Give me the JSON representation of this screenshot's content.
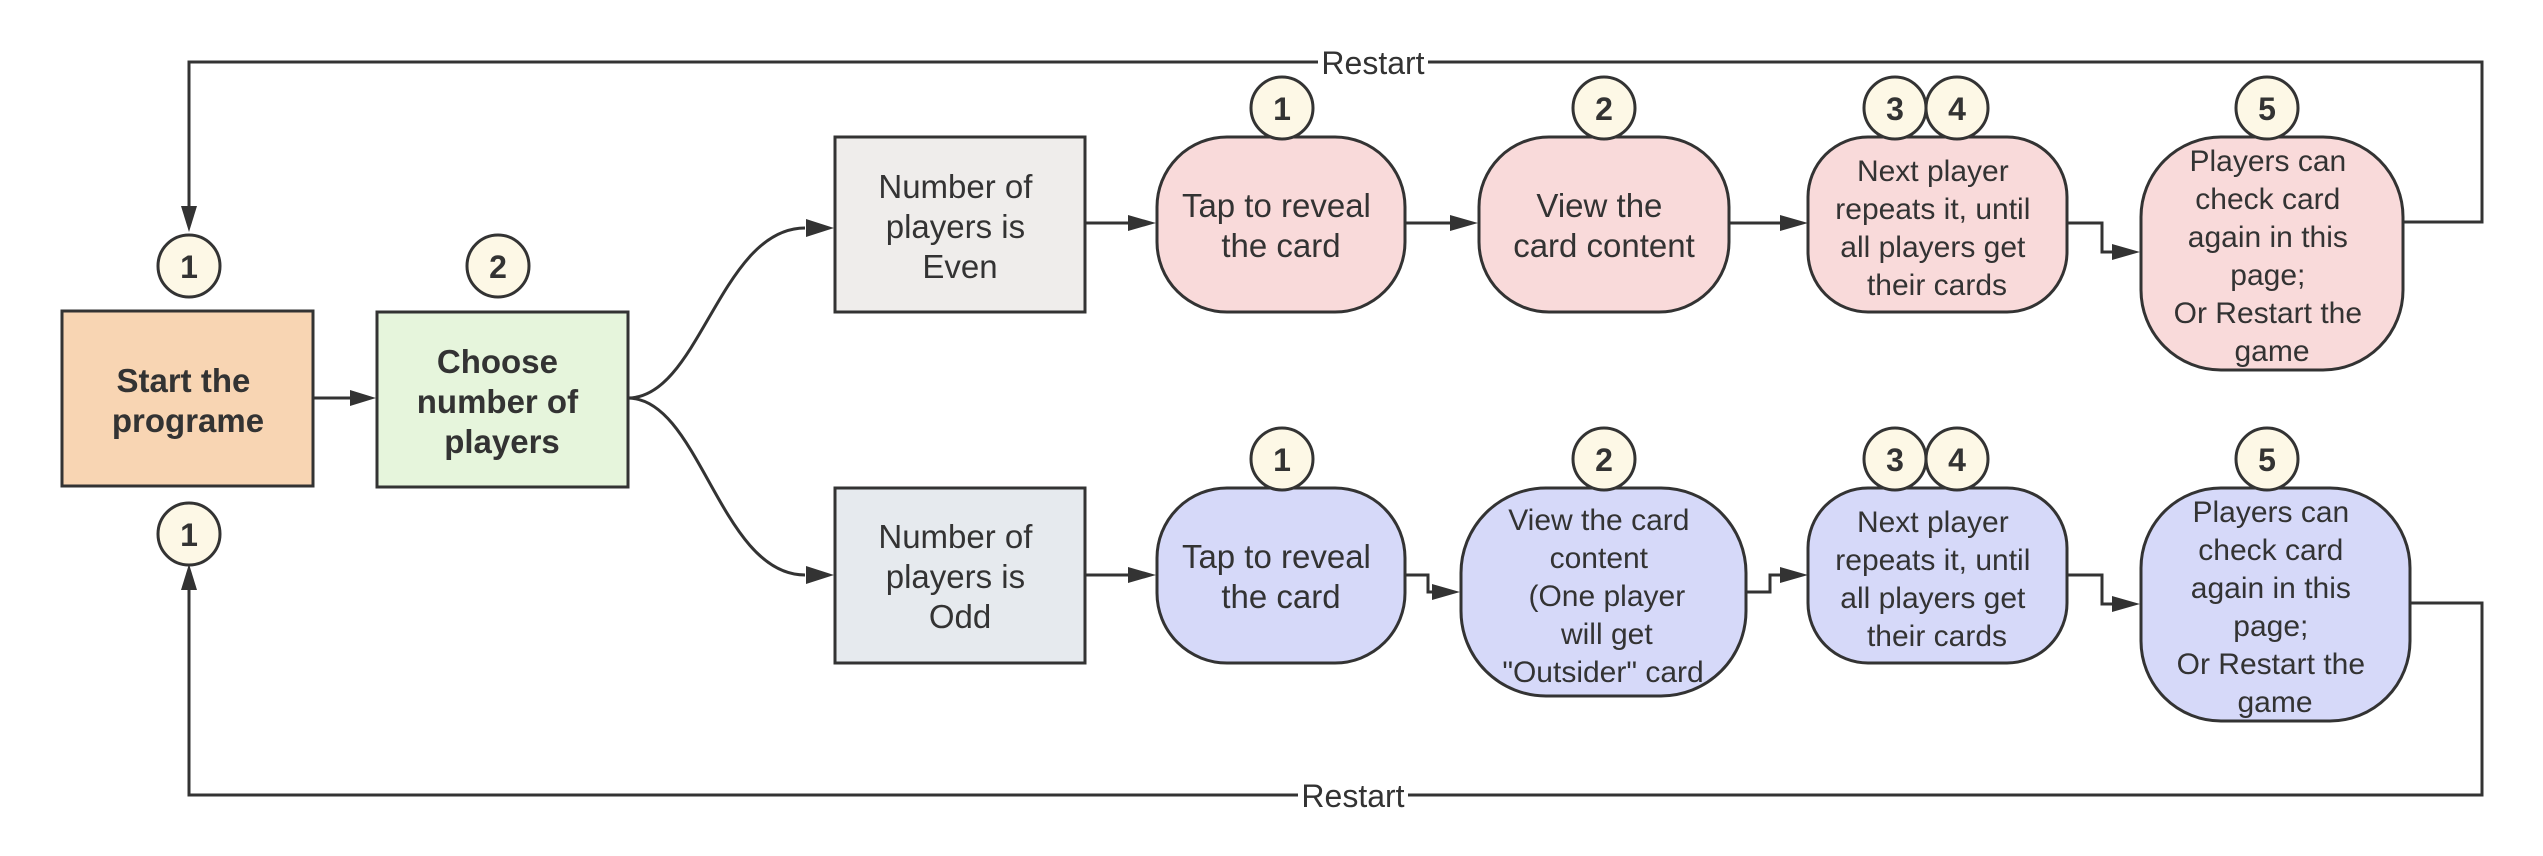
{
  "colors": {
    "stroke": "#333333",
    "start_fill": "#F8D5B3",
    "choose_fill": "#E6F5DC",
    "even_fill": "#EFEDEB",
    "odd_fill": "#E6EAEE",
    "even_flow_fill": "#F9DADA",
    "odd_flow_fill": "#D6D9F9",
    "badge_fill": "#FDF8E6"
  },
  "nodes": {
    "start": {
      "lines": [
        "Start the",
        "programe"
      ]
    },
    "choose": {
      "lines": [
        "Choose",
        "number of",
        "players"
      ]
    },
    "even": {
      "lines": [
        "Number of",
        "players is",
        "Even"
      ]
    },
    "odd": {
      "lines": [
        "Number of",
        "players is",
        "Odd"
      ]
    },
    "even_tap": {
      "lines": [
        "Tap to reveal",
        "the card"
      ]
    },
    "even_view": {
      "lines": [
        "View the",
        "card content"
      ]
    },
    "even_next": {
      "lines": [
        "Next player",
        "repeats it, until",
        "all players get",
        "their cards"
      ]
    },
    "even_check": {
      "lines": [
        "Players can",
        "check card",
        "again in this",
        "page;",
        "Or Restart the",
        "game"
      ]
    },
    "odd_tap": {
      "lines": [
        "Tap to reveal",
        "the card"
      ]
    },
    "odd_view": {
      "lines": [
        "View the card",
        "content",
        "(One player",
        "will get",
        "\"Outsider\" card"
      ]
    },
    "odd_next": {
      "lines": [
        "Next player",
        "repeats it, until",
        "all players get",
        "their cards"
      ]
    },
    "odd_check": {
      "lines": [
        "Players can",
        "check card",
        "again in this",
        "page;",
        "Or Restart the",
        "game"
      ]
    }
  },
  "badges": {
    "start_top": "1",
    "start_bottom": "1",
    "choose": "2",
    "even_tap": "1",
    "even_view": "2",
    "even_next_a": "3",
    "even_next_b": "4",
    "even_check": "5",
    "odd_tap": "1",
    "odd_view": "2",
    "odd_next_a": "3",
    "odd_next_b": "4",
    "odd_check": "5"
  },
  "edge_labels": {
    "restart_top": "Restart",
    "restart_bottom": "Restart"
  }
}
